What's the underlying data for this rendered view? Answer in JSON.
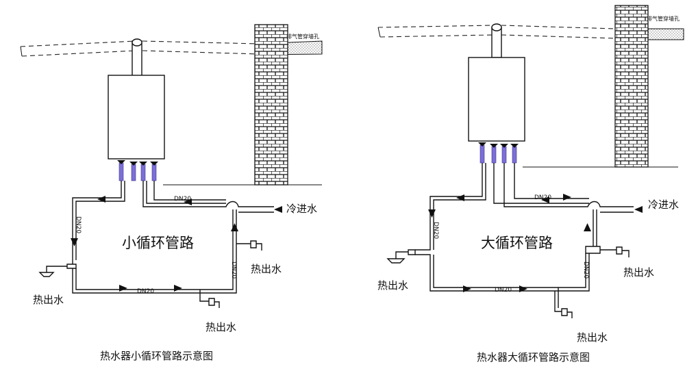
{
  "left_diagram": {
    "title": "热水器小循环管路示意图",
    "center_label": "小循环管路",
    "exhaust_label": "排气管穿墙孔",
    "pipe_labels": {
      "top": "DN20",
      "left_vertical": "DN20",
      "bottom": "DN20",
      "right_vertical": "DN20"
    },
    "cold_in_label": "冷进水",
    "hot_out_right": "热出水",
    "hot_out_bottom": "热出水",
    "hot_out_shower": "热出水"
  },
  "right_diagram": {
    "title": "热水器大循环管路示意图",
    "center_label": "大循环管路",
    "exhaust_label": "排气管穿墙孔",
    "pipe_labels": {
      "top": "DN20",
      "left_vertical": "DN20",
      "bottom": "DN20",
      "right_vertical": "DN20"
    },
    "cold_in_label": "冷进水",
    "hot_out_right": "热出水",
    "hot_out_bottom": "热出水",
    "hot_out_shower": "热出水"
  },
  "colors": {
    "line": "#111111",
    "valve": "#7c6fd6",
    "background": "#ffffff"
  }
}
